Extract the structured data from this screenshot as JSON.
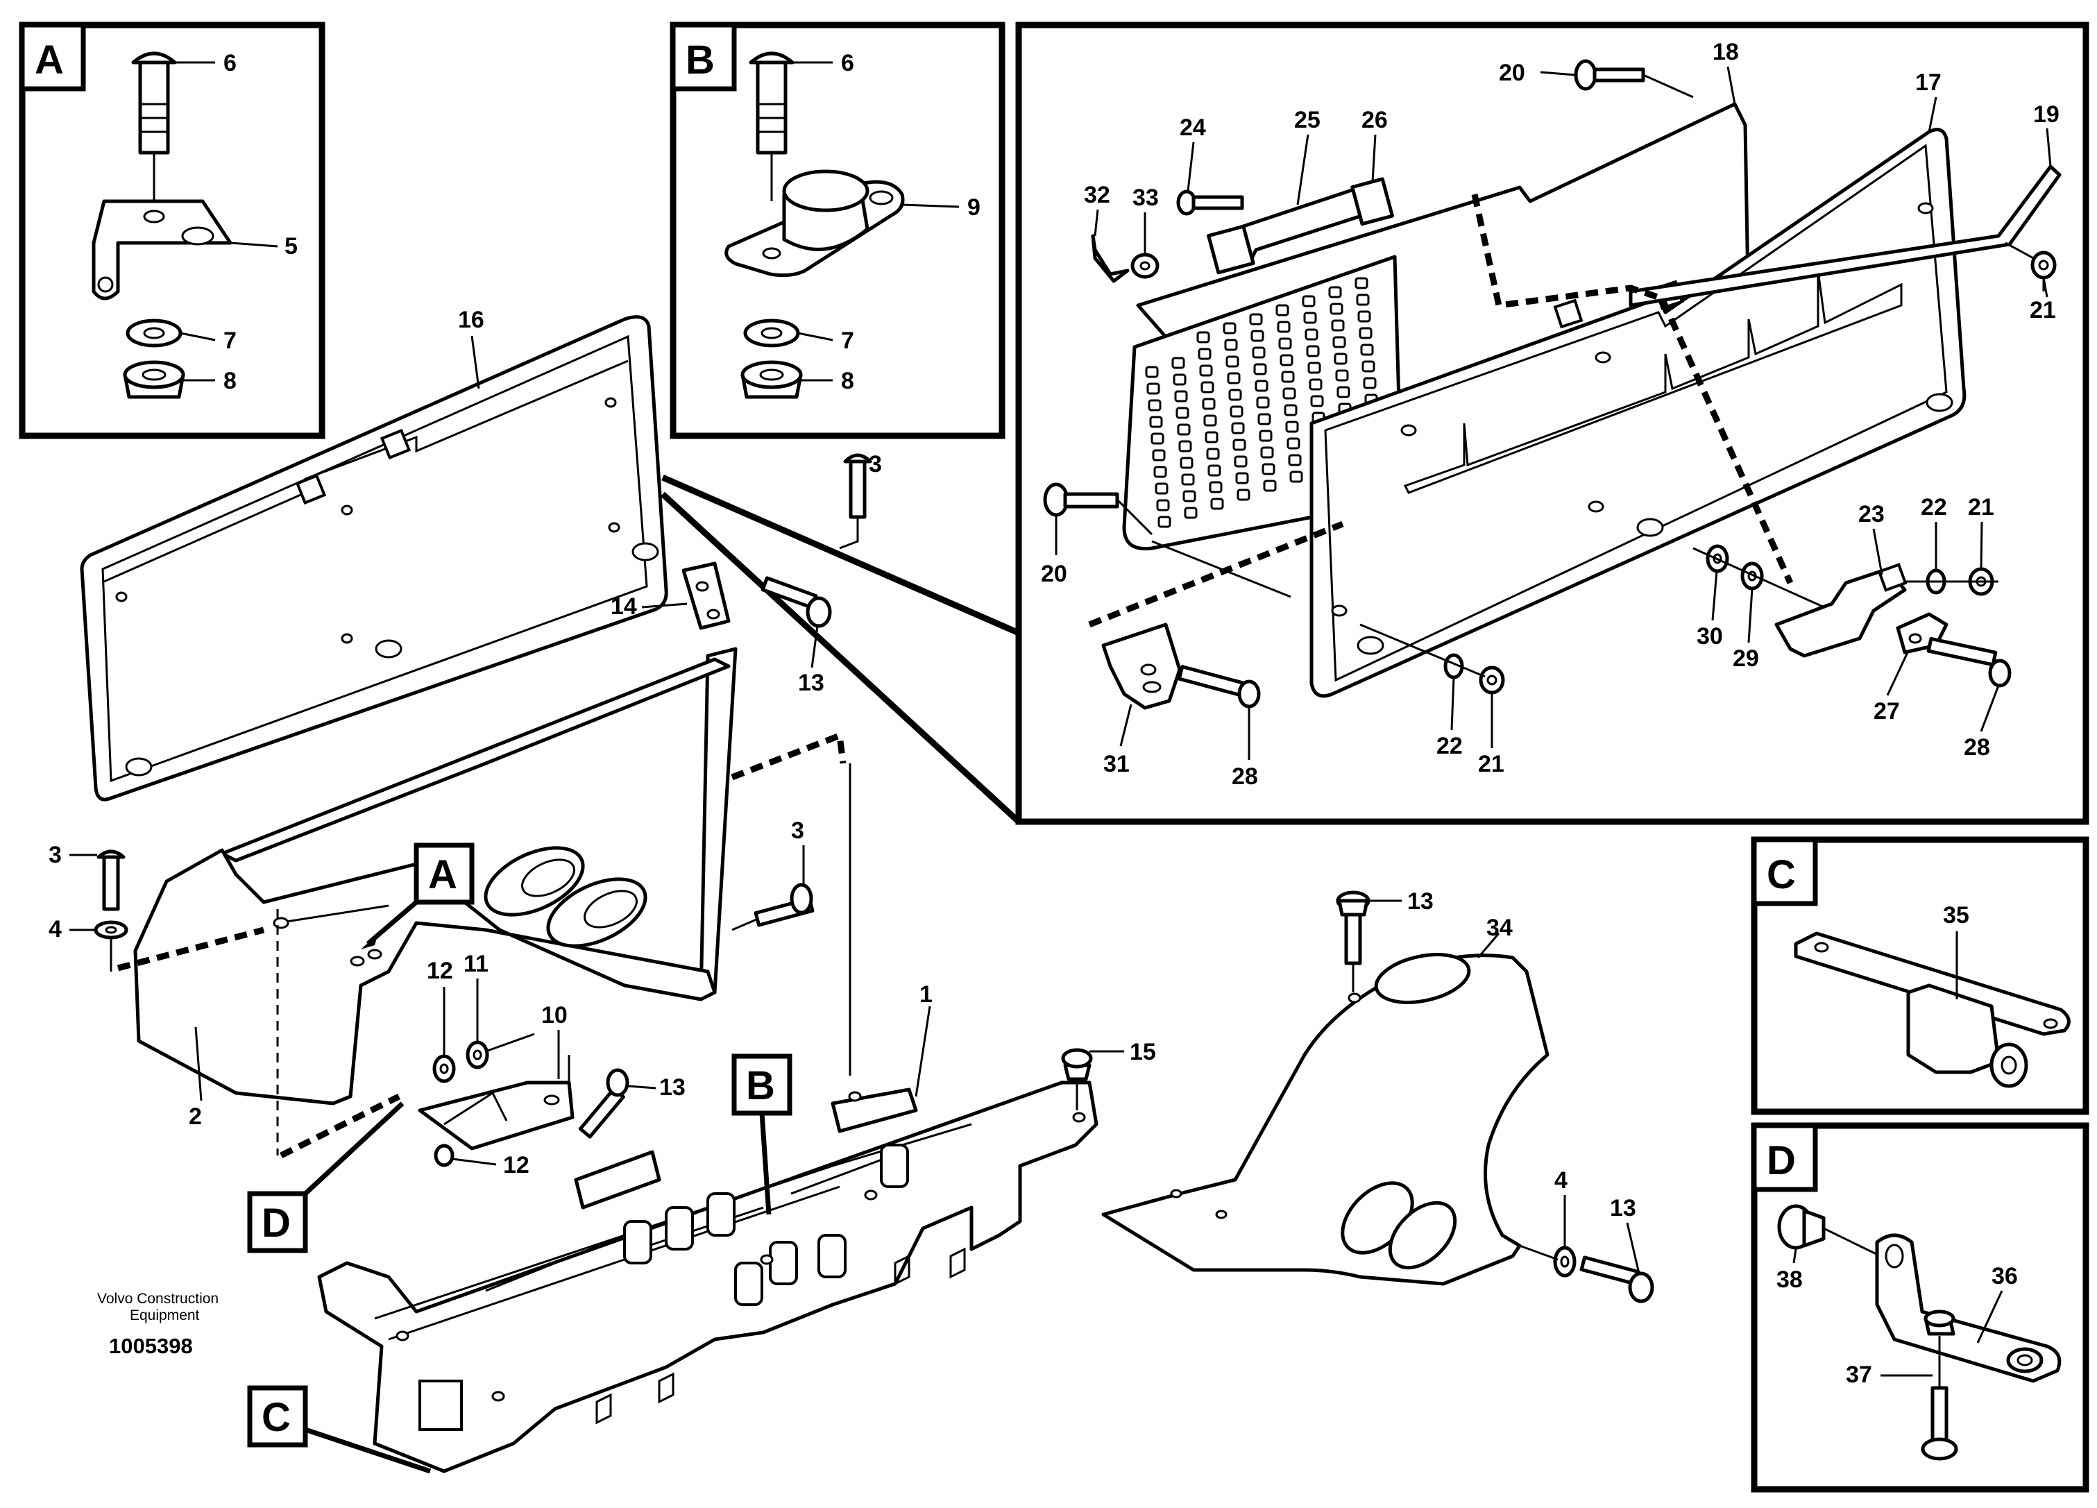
{
  "diagram": {
    "inset_tags": {
      "A": "A",
      "B": "B",
      "C": "C",
      "D": "D"
    },
    "callouts": [
      "1",
      "2",
      "3",
      "4",
      "5",
      "6",
      "7",
      "8",
      "9",
      "10",
      "11",
      "12",
      "13",
      "14",
      "15",
      "16",
      "17",
      "18",
      "19",
      "20",
      "21",
      "22",
      "23",
      "24",
      "25",
      "26",
      "27",
      "28",
      "29",
      "30",
      "31",
      "32",
      "33",
      "34",
      "35",
      "36",
      "37",
      "38"
    ],
    "caption_line1": "Volvo Construction",
    "caption_line2": "Equipment",
    "document_number": "1005398"
  }
}
